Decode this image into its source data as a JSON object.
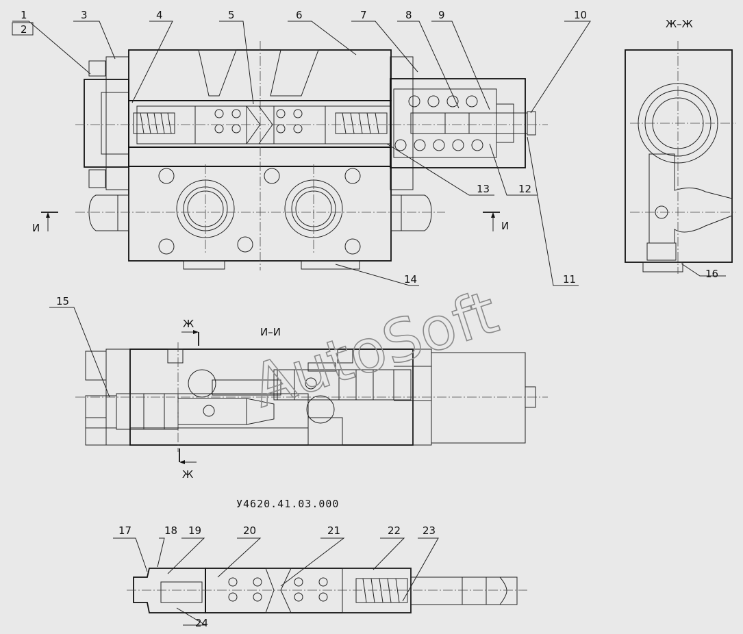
{
  "drawing": {
    "number": "У4620.41.03.000",
    "watermark": "AutoSoft",
    "views": {
      "main": "",
      "section_i": "И–И",
      "section_zh": "Ж–Ж",
      "cut_i_label": "И",
      "cut_zh_label": "Ж"
    },
    "callouts": [
      "1",
      "2",
      "3",
      "4",
      "5",
      "6",
      "7",
      "8",
      "9",
      "10",
      "11",
      "12",
      "13",
      "14",
      "15",
      "16",
      "17",
      "18",
      "19",
      "20",
      "21",
      "22",
      "23",
      "24"
    ]
  },
  "colors": {
    "background": "#e9e9e9",
    "line": "#111111",
    "watermark": "#8a8a8a"
  }
}
